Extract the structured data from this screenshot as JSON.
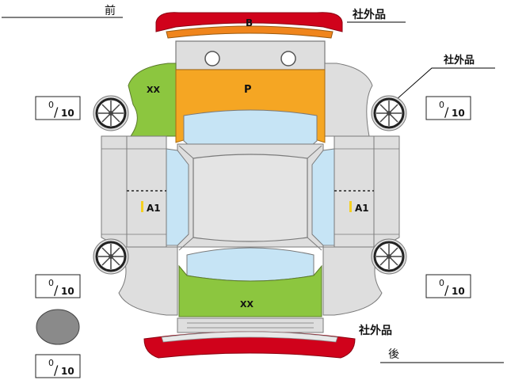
{
  "labels": {
    "front": "前",
    "rear": "後",
    "aftermarket": "社外品"
  },
  "zones": {
    "bonnet": "P",
    "front_bumper": "B",
    "front_fender_left": "XX",
    "rear_trunk": "XX",
    "left_door": "A1",
    "right_door": "A1"
  },
  "wheel_scores": [
    {
      "value": "0",
      "max": "10"
    },
    {
      "value": "0",
      "max": "10"
    },
    {
      "value": "0",
      "max": "10"
    },
    {
      "value": "0",
      "max": "10"
    },
    {
      "value": "0",
      "max": "10"
    }
  ],
  "colors": {
    "body_panel": "#dedede",
    "outline": "#7a7a7a",
    "glass": "#c6e4f5",
    "bonnet": "#f5a623",
    "damage_xx": "#8cc63f",
    "bumper_red": "#d0021b",
    "bumper_orange": "#f0851c",
    "spare_tire": "#8a8a8a"
  }
}
